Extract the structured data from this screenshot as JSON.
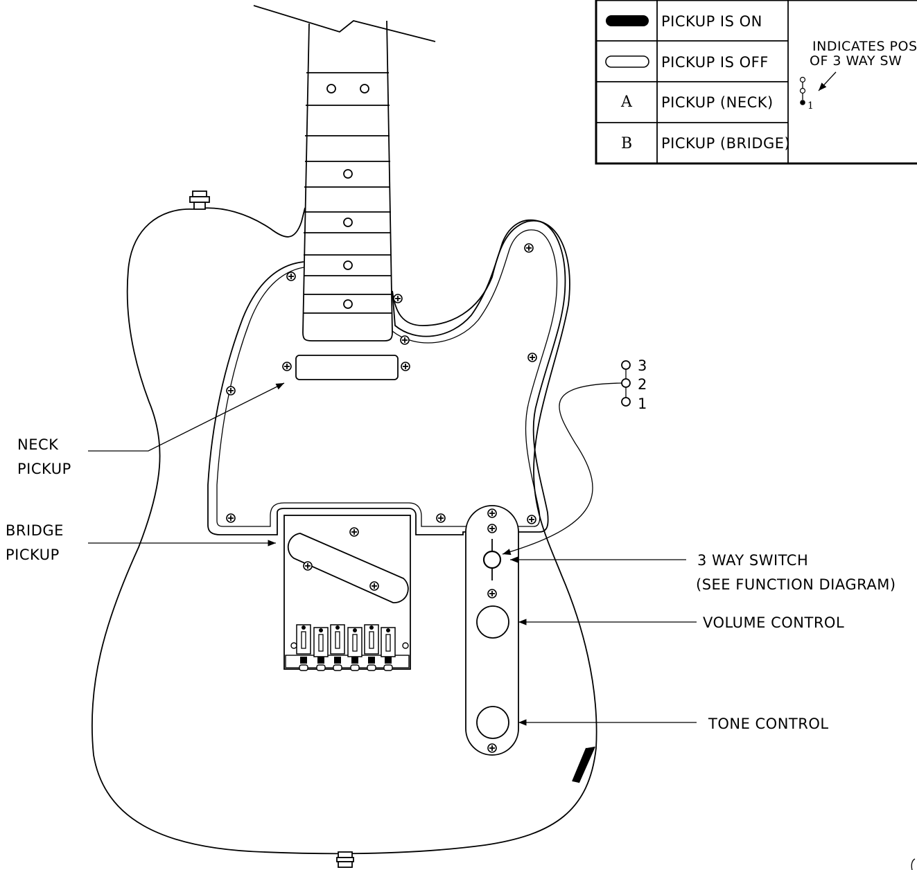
{
  "legend": {
    "rows": [
      {
        "symbol": "pickup-on",
        "text": "PICKUP IS ON"
      },
      {
        "symbol": "pickup-off",
        "text": "PICKUP IS OFF"
      },
      {
        "symbol": "A",
        "text": "PICKUP (NECK)"
      },
      {
        "symbol": "B",
        "text": "PICKUP (BRIDGE)"
      }
    ],
    "note_line1": "INDICATES POS",
    "note_line2": "OF 3 WAY SW",
    "note_position": "1"
  },
  "switch_positions": [
    "3",
    "2",
    "1"
  ],
  "callouts": {
    "neck_pickup_line1": "NECK",
    "neck_pickup_line2": "PICKUP",
    "bridge_pickup_line1": "BRIDGE",
    "bridge_pickup_line2": "PICKUP",
    "switch_line1": "3 WAY SWITCH",
    "switch_line2": "(SEE FUNCTION DIAGRAM)",
    "volume": "VOLUME CONTROL",
    "tone": "TONE CONTROL"
  },
  "colors": {
    "line": "#000000",
    "background": "#ffffff"
  }
}
